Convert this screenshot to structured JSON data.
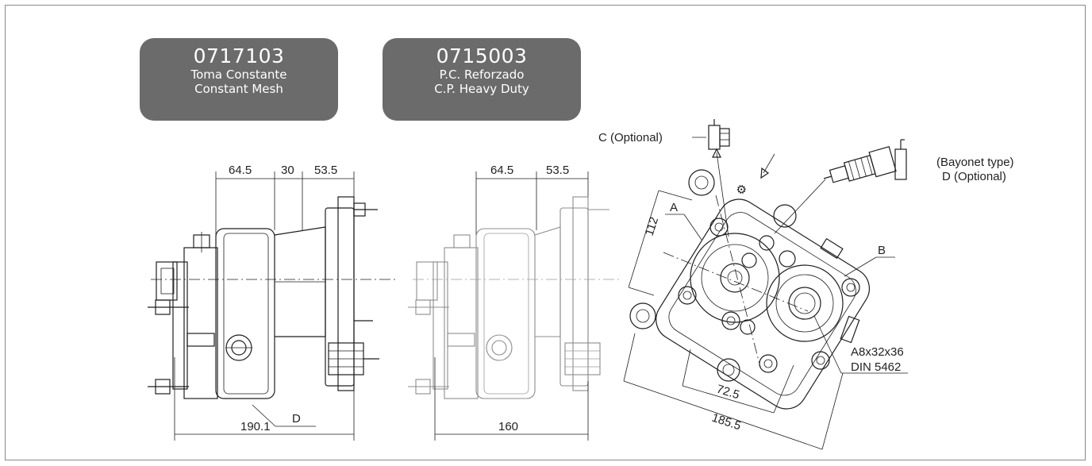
{
  "badges": [
    {
      "code": "0717103",
      "line1": "Toma Constante",
      "line2": "Constant Mesh"
    },
    {
      "code": "0715003",
      "line1": "P.C. Reforzado",
      "line2": "C.P. Heavy Duty"
    }
  ],
  "view1": {
    "dim_a": "64.5",
    "dim_b": "30",
    "dim_c": "53.5",
    "dim_total": "190.1",
    "label_d": "D"
  },
  "view2": {
    "dim_a": "64.5",
    "dim_b": "53.5",
    "dim_total": "160"
  },
  "view3": {
    "label_c": "C (Optional)",
    "label_bayonet_1": "(Bayonet type)",
    "label_bayonet_2": "D (Optional)",
    "label_a": "A",
    "label_b": "B",
    "dim_112": "112",
    "dim_72_5": "72.5",
    "dim_185_5": "185.5",
    "spline_1": "A8x32x36",
    "spline_2": "DIN 5462"
  },
  "colors": {
    "badge_bg": "#6b6b6b",
    "badge_text": "#ffffff",
    "line": "#1e1e1e",
    "frame": "#8a8a8a"
  }
}
